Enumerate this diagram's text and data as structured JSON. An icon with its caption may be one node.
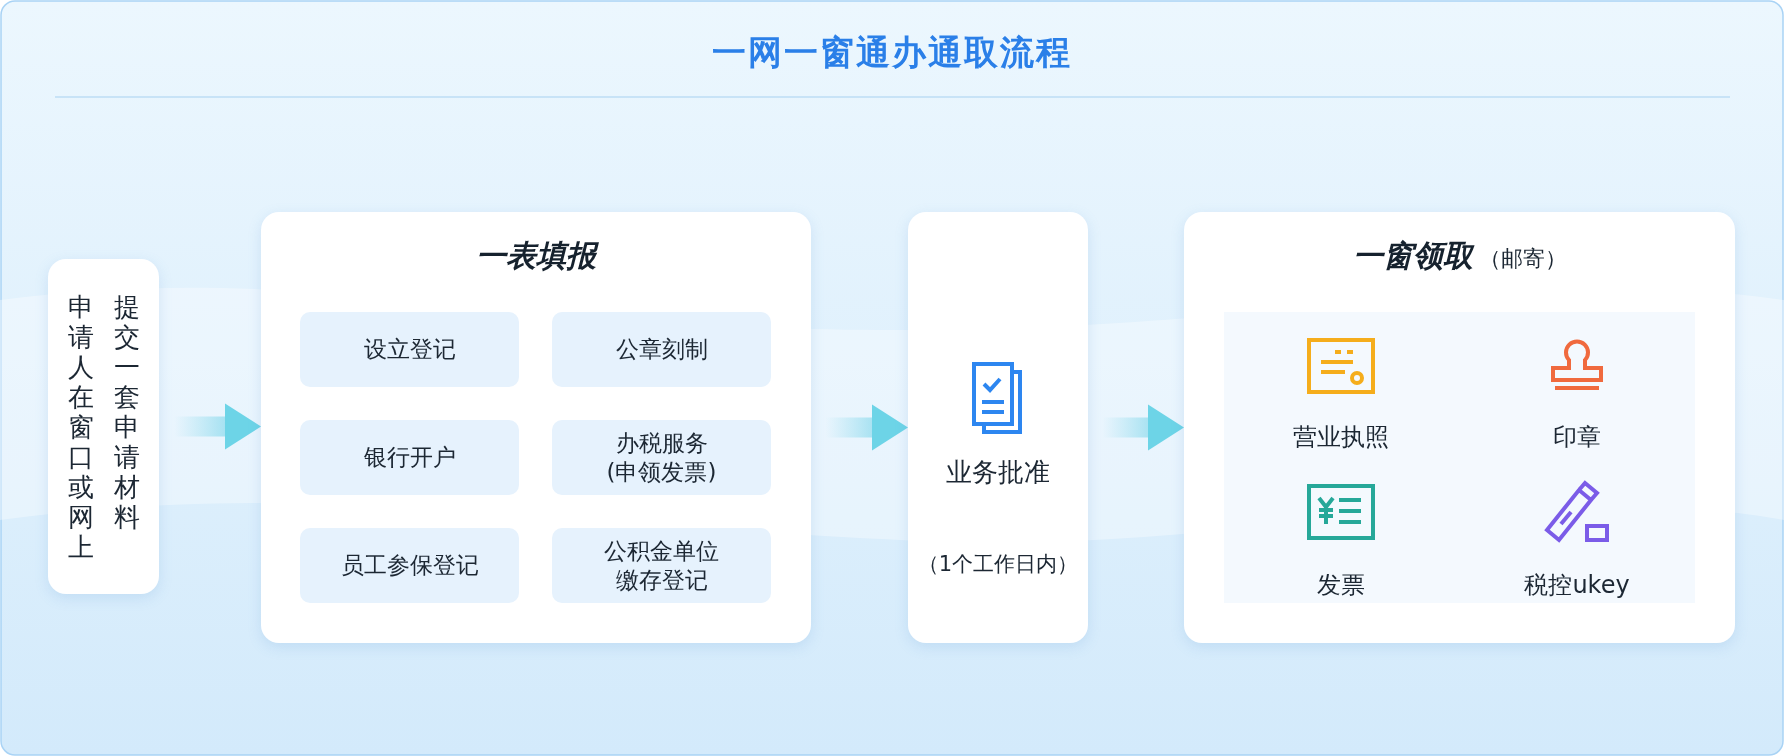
{
  "diagram": {
    "title": "一网一窗通办通取流程",
    "nodes": [
      {
        "text": [
          "申请人在窗口或网上提交一套申请材料"
        ]
      },
      {
        "text": [
          "一表填报"
        ]
      },
      {
        "text": [
          "设立登记"
        ],
        "in": 1
      },
      {
        "text": [
          "公章刻制"
        ],
        "in": 1
      },
      {
        "text": [
          "银行开户"
        ],
        "in": 1
      },
      {
        "text": [
          "办税服务(申领发票)"
        ],
        "in": 1
      },
      {
        "text": [
          "员工参保登记"
        ],
        "in": 1
      },
      {
        "text": [
          "公积金单位缴存登记"
        ],
        "in": 1
      },
      {
        "text": [
          "业务批准",
          "（1个工作日内）"
        ]
      },
      {
        "text": [
          "一窗领取",
          "（邮寄）"
        ]
      }
    ],
    "edges": [
      {
        "from": 0,
        "to": 1,
        "arrow": "to"
      },
      {
        "from": 1,
        "to": 8,
        "arrow": "to"
      },
      {
        "from": 8,
        "to": 9,
        "arrow": "to"
      }
    ],
    "labels": [
      "营业执照",
      "印章",
      "发票",
      "税控ukey"
    ]
  }
}
